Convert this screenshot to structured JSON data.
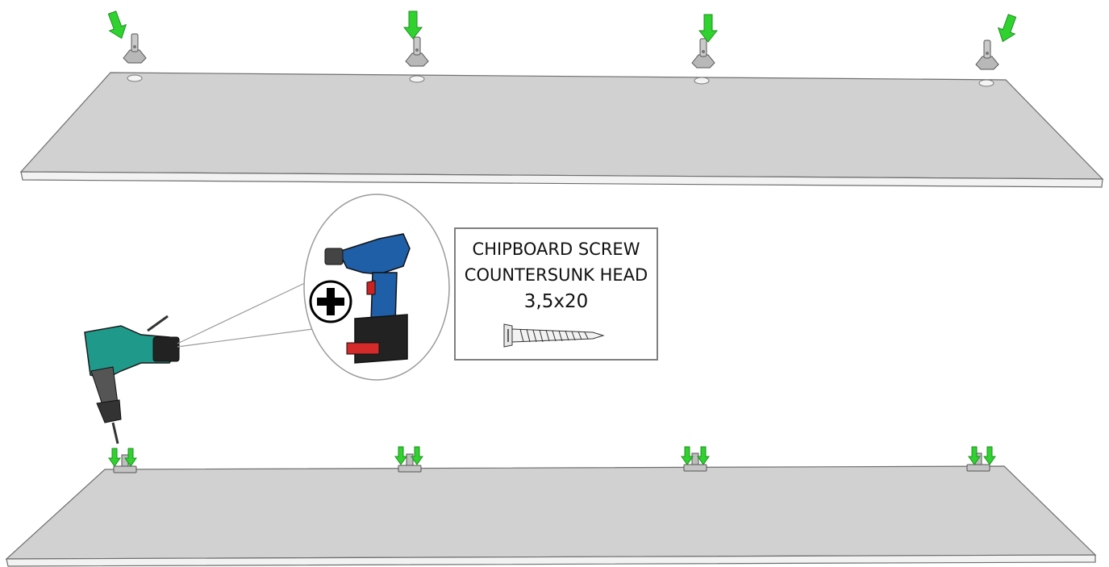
{
  "screw_spec": {
    "type_line": "CHIPBOARD SCREW",
    "head_line": "COUNTERSUNK HEAD",
    "size": "3,5x20"
  },
  "tool": {
    "bit_symbol": "phillips-cross-icon",
    "device": "cordless-drill"
  },
  "panels": {
    "top": {
      "hinge_count": 4
    },
    "bottom": {
      "hinge_count": 4
    }
  },
  "colors": {
    "panel_top_face": "#d1d1d1",
    "panel_edge": "#f2f2f2",
    "panel_outline": "#6e6e6e",
    "arrow_green": "#2fd22f",
    "arrow_outline": "#1f8f1f",
    "label_border": "#7f7f7f",
    "drill_teal": "#1f9a8a",
    "drill_blue": "#1e5fa8",
    "battery_red": "#d42a2a"
  }
}
